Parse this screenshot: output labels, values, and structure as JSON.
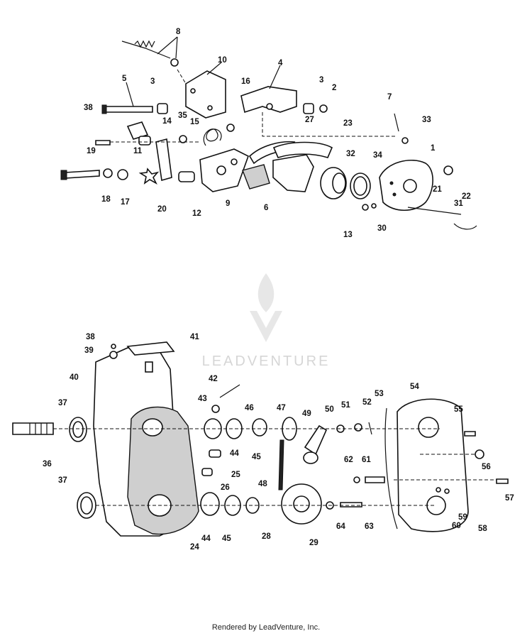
{
  "watermark": {
    "text": "LEADVENTURE",
    "logo": "leadventure-flame-logo"
  },
  "footer": {
    "text": "Rendered by LeadVenture, Inc."
  },
  "upper_assembly": {
    "labels": [
      "8",
      "10",
      "4",
      "5",
      "3",
      "16",
      "3",
      "2",
      "7",
      "38",
      "35",
      "14",
      "15",
      "27",
      "23",
      "33",
      "1",
      "19",
      "11",
      "32",
      "34",
      "18",
      "17",
      "20",
      "12",
      "9",
      "6",
      "21",
      "22",
      "31",
      "13",
      "30"
    ]
  },
  "lower_assembly": {
    "labels": [
      "38",
      "41",
      "39",
      "40",
      "42",
      "43",
      "37",
      "46",
      "47",
      "49",
      "50",
      "51",
      "52",
      "53",
      "54",
      "55",
      "36",
      "44",
      "45",
      "25",
      "48",
      "62",
      "61",
      "56",
      "26",
      "57",
      "37",
      "44",
      "45",
      "28",
      "29",
      "64",
      "63",
      "59",
      "60",
      "58",
      "24"
    ]
  }
}
